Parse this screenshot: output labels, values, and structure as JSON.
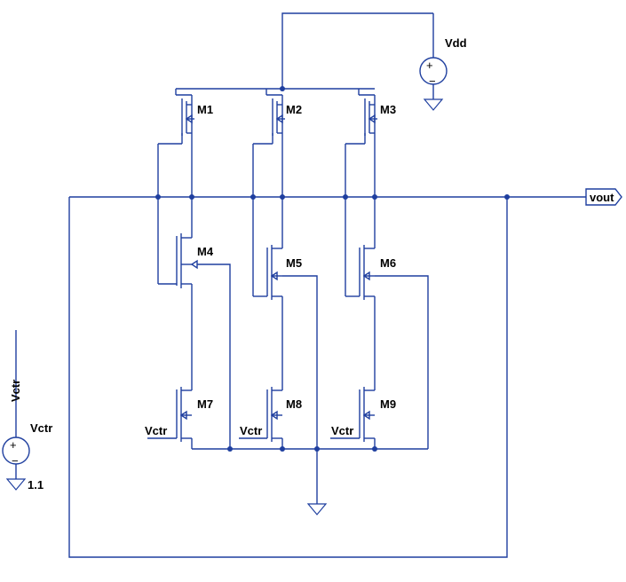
{
  "schematic": {
    "supply_label": "Vdd",
    "output_label": "vout",
    "control_label": "Vctr",
    "control_source_value": "1.1",
    "transistors": [
      "M1",
      "M2",
      "M3",
      "M4",
      "M5",
      "M6",
      "M7",
      "M8",
      "M9"
    ],
    "gate_labels": [
      "Vctr",
      "Vctr",
      "Vctr"
    ]
  },
  "colors": {
    "wire": "#1f3f9f",
    "text": "#000000"
  }
}
